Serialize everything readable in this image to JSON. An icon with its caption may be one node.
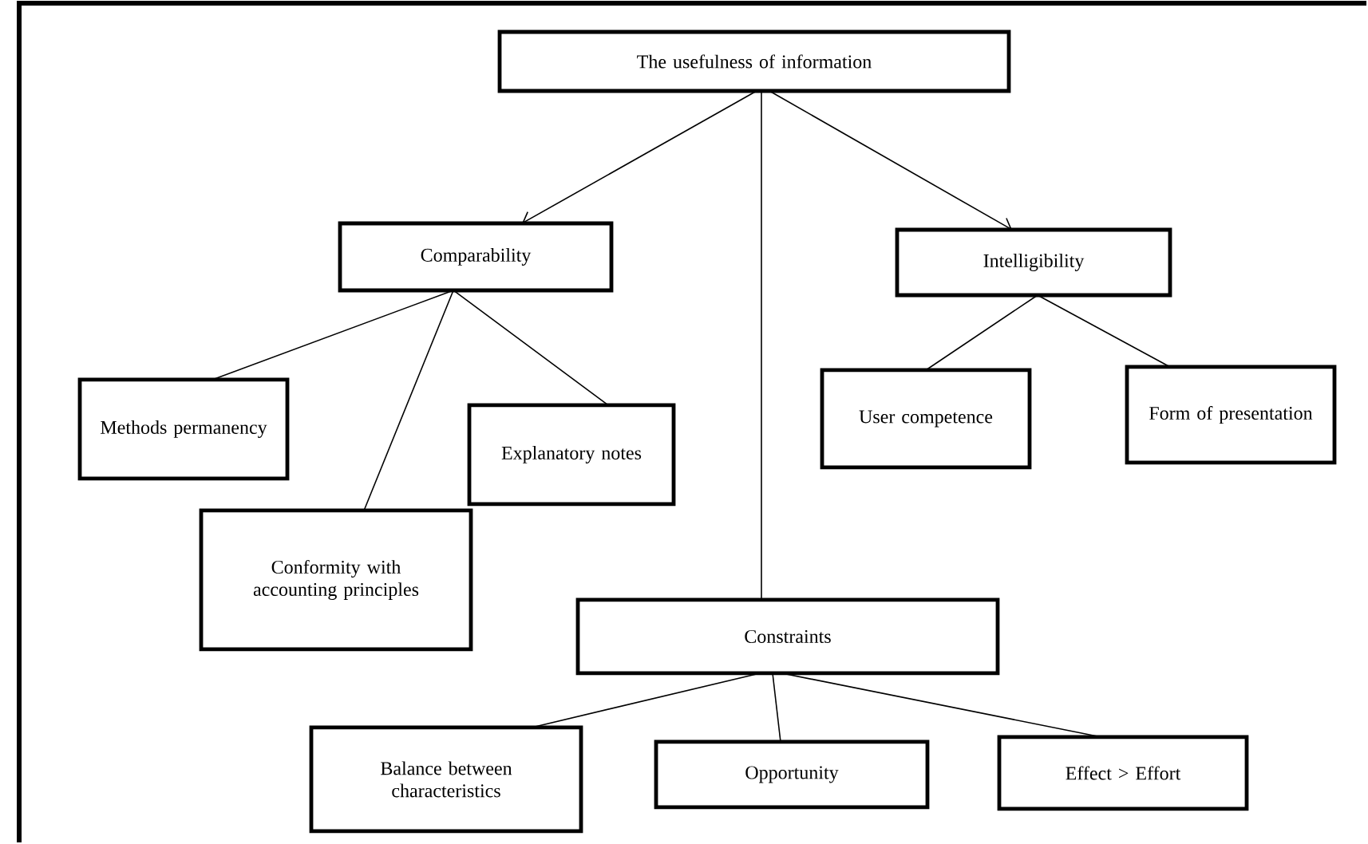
{
  "diagram": {
    "nodes": [
      {
        "text": [
          "The usefulness of information"
        ]
      },
      {
        "text": [
          "Comparability"
        ]
      },
      {
        "text": [
          "Intelligibility"
        ]
      },
      {
        "text": [
          "Methods permanency"
        ]
      },
      {
        "text": [
          "Conformity with accounting principles"
        ]
      },
      {
        "text": [
          "Explanatory notes"
        ]
      },
      {
        "text": [
          "User competence"
        ]
      },
      {
        "text": [
          "Form of presentation"
        ]
      },
      {
        "text": [
          "Constraints"
        ]
      },
      {
        "text": [
          "Balance between characteristics"
        ]
      },
      {
        "text": [
          "Opportunity"
        ]
      },
      {
        "text": [
          "Effect > Effort"
        ]
      }
    ],
    "edges": [
      {
        "from": 0,
        "to": 1,
        "arrow": "to"
      },
      {
        "from": 0,
        "to": 8,
        "arrow": "none"
      },
      {
        "from": 0,
        "to": 2,
        "arrow": "to"
      },
      {
        "from": 1,
        "to": 3,
        "arrow": "none"
      },
      {
        "from": 1,
        "to": 4,
        "arrow": "none"
      },
      {
        "from": 1,
        "to": 5,
        "arrow": "none"
      },
      {
        "from": 2,
        "to": 6,
        "arrow": "none"
      },
      {
        "from": 2,
        "to": 7,
        "arrow": "none"
      },
      {
        "from": 8,
        "to": 9,
        "arrow": "none"
      },
      {
        "from": 8,
        "to": 10,
        "arrow": "none"
      },
      {
        "from": 8,
        "to": 11,
        "arrow": "none"
      }
    ]
  }
}
